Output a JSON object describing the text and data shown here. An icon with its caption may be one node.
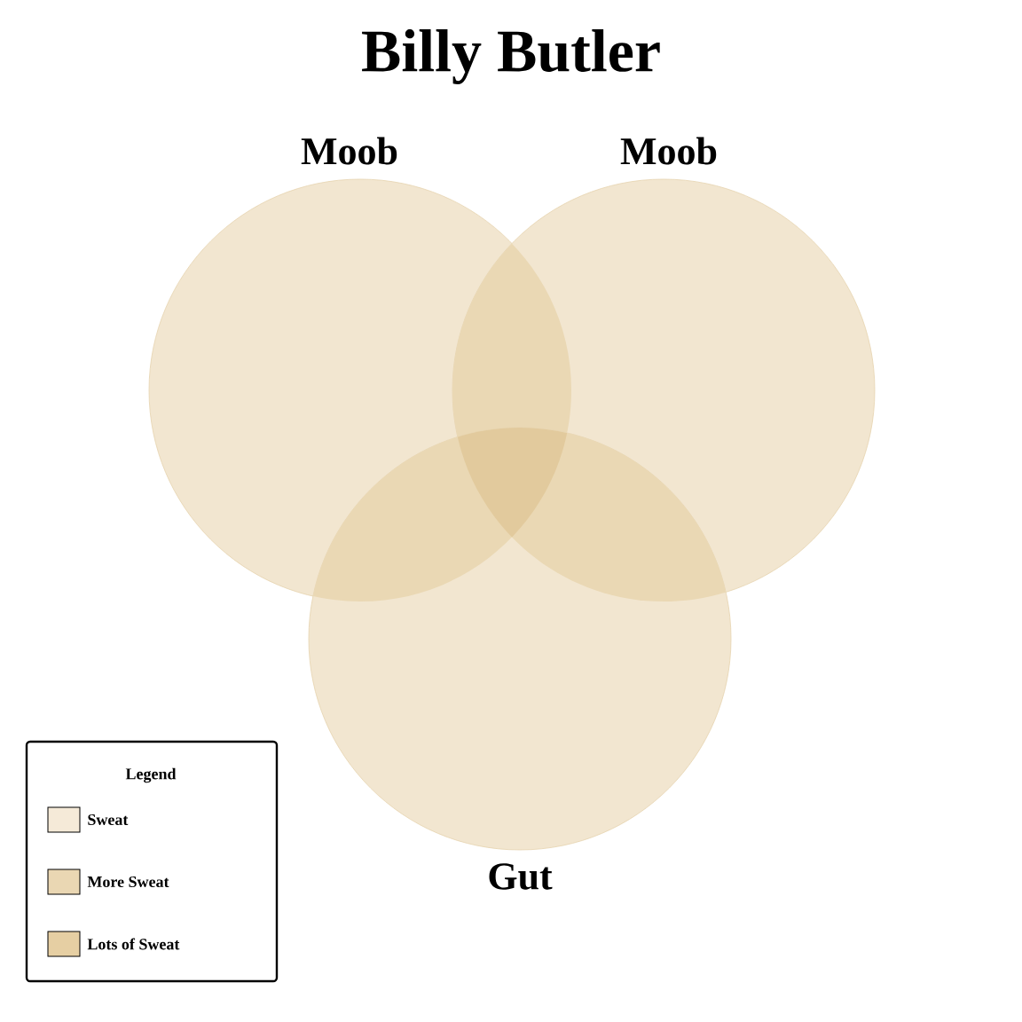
{
  "diagram": {
    "title": "Billy Butler",
    "nodes": [
      {
        "text": [
          "Moob"
        ]
      },
      {
        "text": [
          "Moob"
        ]
      },
      {
        "text": [
          "Gut"
        ]
      }
    ],
    "edges": [],
    "labels": [
      "Legend"
    ],
    "legend": [
      {
        "text": "Sweat",
        "color": "#f5ead8"
      },
      {
        "text": "More Sweat",
        "color": "#ead7b3"
      },
      {
        "text": "Lots of Sweat",
        "color": "#e6cfa3"
      }
    ]
  }
}
